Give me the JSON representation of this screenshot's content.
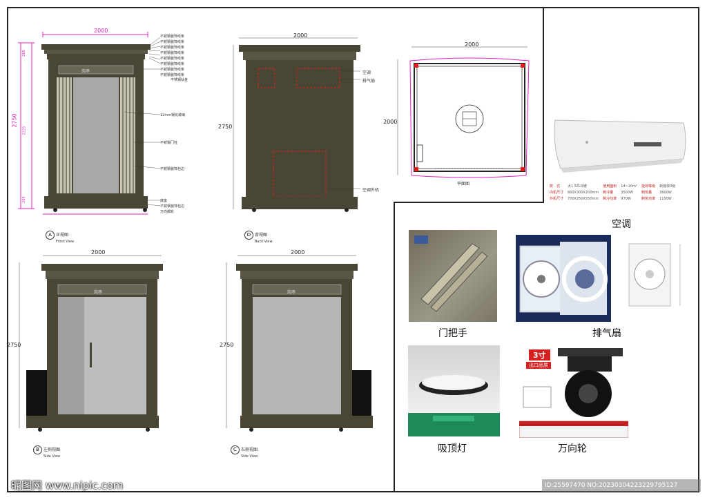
{
  "front_view": {
    "width_dim": "2000",
    "height_dim": "2750",
    "inner_dim": "2225",
    "top_dim": "265",
    "bottom_dim": "265",
    "sign": "岗亭",
    "caption_letter": "A",
    "caption_cn": "正视图",
    "caption_en": "Front View",
    "callouts": [
      "不锈钢装饰线条",
      "不锈钢装饰线条",
      "不锈钢装饰线条",
      "不锈钢装饰线条",
      "不锈钢装饰线条",
      "不锈钢装饰线条",
      "不锈钢装饰线条",
      "不锈钢装饰线条",
      "不锈钢钛金",
      "12mm钢化玻璃",
      "不锈钢门柱",
      "不锈钢装饰包边",
      "底座",
      "不锈钢装饰包边",
      "万向脚轮"
    ]
  },
  "back_view": {
    "width_dim": "2000",
    "height_dim": "2750",
    "callout_ac": "空调",
    "callout_fan": "排气扇",
    "callout_ac_unit": "空调外机",
    "caption_letter": "D",
    "caption_cn": "背视图",
    "caption_en": "Back View"
  },
  "plan_view": {
    "width_dim": "2000",
    "height_dim": "2000",
    "caption_cn": "平面图"
  },
  "side_view_left": {
    "width_dim": "2000",
    "height_dim": "2750",
    "sign": "岗亭",
    "caption_letter": "B",
    "caption_cn": "左侧视图",
    "caption_en": "Side View"
  },
  "side_view_right": {
    "width_dim": "2000",
    "height_dim": "2750",
    "sign": "岗亭",
    "caption_letter": "C",
    "caption_cn": "右侧视图",
    "caption_en": "Side View"
  },
  "ac_specs": {
    "rows": [
      [
        "款　式",
        "大1.5匹冷暖",
        "使用面积",
        "14~20m²",
        "能效等级",
        "新能效3级"
      ],
      [
        "内机尺寸",
        "800X300X200mm",
        "制冷量",
        "3500W",
        "制热量",
        "3800W"
      ],
      [
        "外机尺寸",
        "700X250X550mm",
        "制冷功率",
        "970W",
        "制热功率",
        "1150W"
      ]
    ]
  },
  "products": {
    "ac": "空调",
    "handle": "门把手",
    "fan": "排气扇",
    "light": "吸顶灯",
    "wheel": "万向轮",
    "wheel_badge": "3寸",
    "wheel_sub": "出口品质"
  },
  "watermark": {
    "site": "昵图网 www.nipic.com",
    "id": "ID:25597470 NO:20230304223229795127"
  },
  "colors": {
    "frame": "#4a4636",
    "door": "#a9a9a9",
    "dim": "#e020c0",
    "red": "#e02020"
  }
}
